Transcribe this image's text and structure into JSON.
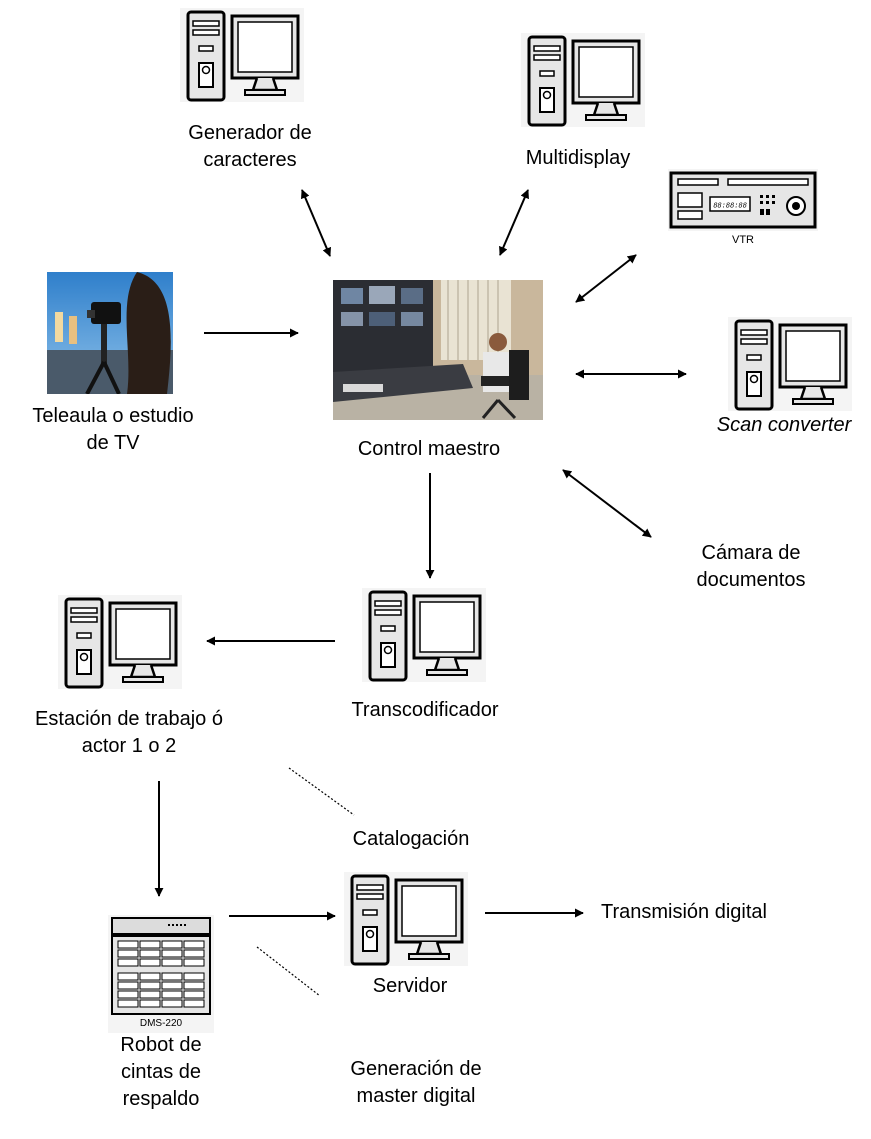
{
  "nodes": {
    "generador": {
      "lines": [
        "Generador de",
        "caracteres"
      ]
    },
    "multidisplay": {
      "lines": [
        "Multidisplay"
      ]
    },
    "vtr": {
      "lines": [],
      "device_tag": "VTR",
      "counter": "88:88:88"
    },
    "teleaula": {
      "lines": [
        "Teleaula o estudio",
        "de TV"
      ]
    },
    "control": {
      "lines": [
        "Control maestro"
      ]
    },
    "scan": {
      "lines": [
        "Scan converter"
      ]
    },
    "camara": {
      "lines": [
        "Cámara de",
        "documentos"
      ]
    },
    "transcodificador": {
      "lines": [
        "Transcodificador"
      ]
    },
    "estacion": {
      "lines": [
        "Estación de trabajo ó",
        "actor 1 o 2"
      ]
    },
    "catalogacion": {
      "lines": [
        "Catalogación"
      ]
    },
    "robot": {
      "lines": [
        "Robot de",
        "cintas de",
        "respaldo"
      ],
      "device_tag": "DMS-220"
    },
    "servidor": {
      "lines": [
        "Servidor"
      ]
    },
    "transmision": {
      "lines": [
        "Transmisión digital"
      ]
    },
    "generacion": {
      "lines": [
        "Generación de",
        "master digital"
      ]
    }
  },
  "connections": [
    {
      "from": "generador",
      "to": "control",
      "type": "bidirectional"
    },
    {
      "from": "multidisplay",
      "to": "control",
      "type": "bidirectional"
    },
    {
      "from": "vtr",
      "to": "control",
      "type": "bidirectional"
    },
    {
      "from": "scan",
      "to": "control",
      "type": "bidirectional"
    },
    {
      "from": "camara",
      "to": "control",
      "type": "bidirectional"
    },
    {
      "from": "teleaula",
      "to": "control",
      "type": "directed"
    },
    {
      "from": "control",
      "to": "transcodificador",
      "type": "directed"
    },
    {
      "from": "transcodificador",
      "to": "estacion",
      "type": "directed"
    },
    {
      "from": "estacion",
      "to": "robot",
      "type": "directed"
    },
    {
      "from": "robot",
      "to": "servidor",
      "type": "directed"
    },
    {
      "from": "servidor",
      "to": "transmision",
      "type": "directed"
    },
    {
      "from": "estacion",
      "to": "catalogacion",
      "type": "annotation"
    },
    {
      "from": "robot",
      "to": "generacion",
      "type": "annotation"
    }
  ],
  "colors": {
    "stroke": "#000000",
    "pc_fill": "#e6e6e6",
    "pc_fill_light": "#f4f4f4",
    "studio_sky": "#4f9ad6",
    "room_wall": "#c9b79c"
  },
  "icons": {
    "pc": "desktop-computer-icon",
    "vtr": "video-tape-recorder-icon",
    "robot": "tape-library-robot-icon",
    "teleaula": "tv-studio-photo",
    "control": "master-control-room-photo"
  }
}
